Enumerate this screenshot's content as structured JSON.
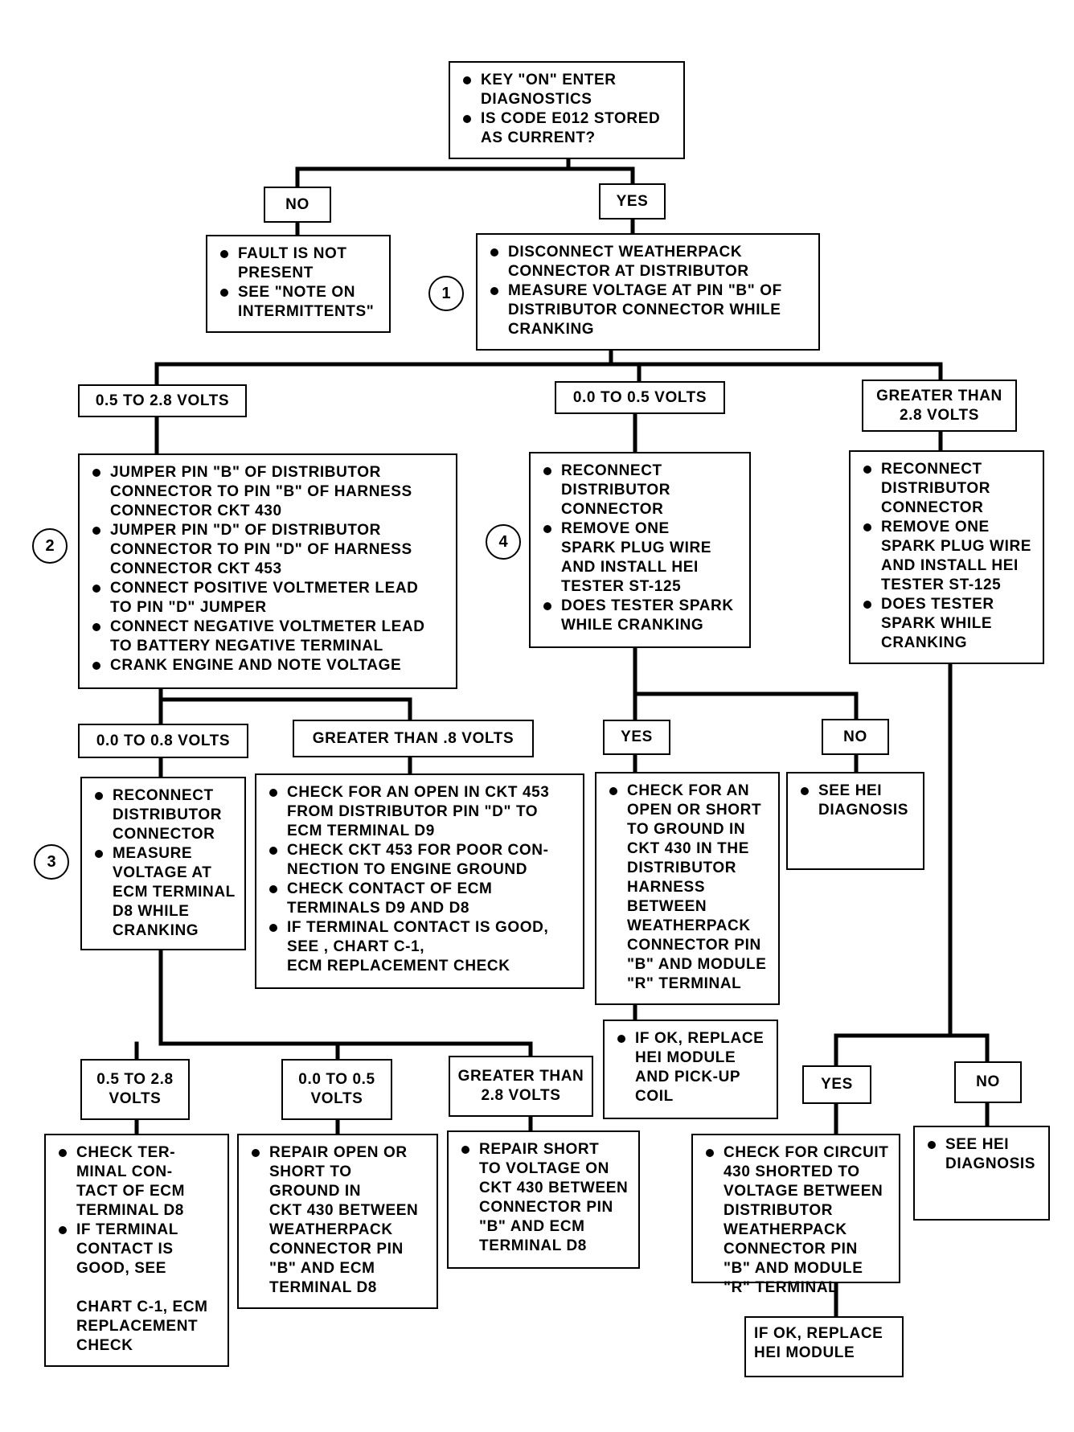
{
  "nodes": {
    "start": [
      "KEY \"ON\" ENTER\nDIAGNOSTICS",
      "IS CODE E012 STORED\nAS CURRENT?"
    ],
    "no1_label": "NO",
    "yes1_label": "YES",
    "no1_result": [
      "FAULT IS NOT\nPRESENT",
      "SEE \"NOTE ON\nINTERMITTENTS\""
    ],
    "step1": [
      "DISCONNECT WEATHERPACK\nCONNECTOR AT DISTRIBUTOR",
      "MEASURE VOLTAGE AT PIN  \"B\" OF\nDISTRIBUTOR CONNECTOR WHILE\nCRANKING"
    ],
    "v1_label": "0.5 TO 2.8 VOLTS",
    "v2_label": "0.0 TO 0.5 VOLTS",
    "v3_label": "GREATER THAN\n2.8 VOLTS",
    "step2": [
      "JUMPER PIN \"B\" OF DISTRIBUTOR\nCONNECTOR TO PIN \"B\" OF HARNESS\nCONNECTOR CKT 430",
      "JUMPER PIN \"D\" OF DISTRIBUTOR\nCONNECTOR TO PIN \"D\" OF HARNESS\nCONNECTOR CKT 453",
      "CONNECT POSITIVE VOLTMETER LEAD\nTO PIN \"D\" JUMPER",
      "CONNECT NEGATIVE VOLTMETER LEAD\nTO BATTERY NEGATIVE TERMINAL",
      "CRANK ENGINE AND NOTE VOLTAGE"
    ],
    "step4": [
      "RECONNECT\nDISTRIBUTOR\nCONNECTOR",
      "REMOVE ONE\nSPARK PLUG WIRE\nAND INSTALL HEI\nTESTER ST-125",
      "DOES TESTER SPARK\nWHILE CRANKING"
    ],
    "right_test": [
      "RECONNECT\nDISTRIBUTOR\nCONNECTOR",
      "REMOVE ONE\nSPARK PLUG WIRE\nAND INSTALL HEI\nTESTER  ST-125",
      "DOES TESTER\nSPARK WHILE\nCRANKING"
    ],
    "s2a_label": "0.0 TO 0.8 VOLTS",
    "s2b_label": "GREATER THAN .8 VOLTS",
    "step3": [
      "RECONNECT\nDISTRIBUTOR\nCONNECTOR",
      "MEASURE\nVOLTAGE AT\nECM TERMINAL\nD8 WHILE\nCRANKING"
    ],
    "gt08_result": [
      "CHECK FOR AN OPEN IN CKT 453\nFROM DISTRIBUTOR PIN \"D\" TO\nECM TERMINAL D9",
      "CHECK CKT 453 FOR POOR  CON-\nNECTION TO ENGINE GROUND",
      "CHECK CONTACT OF ECM\nTERMINALS D9 AND D8",
      "IF TERMINAL CONTACT IS GOOD,\nSEE                    , CHART C-1,\nECM REPLACEMENT CHECK"
    ],
    "s4_yes_label": "YES",
    "s4_no_label": "NO",
    "s4_yes_result": [
      "CHECK FOR AN\nOPEN OR SHORT\nTO GROUND IN\nCKT 430 IN THE\nDISTRIBUTOR\nHARNESS\nBETWEEN\nWEATHERPACK\nCONNECTOR PIN\n\"B\" AND MODULE\n\"R\" TERMINAL"
    ],
    "s4_yes_ok": [
      "IF OK, REPLACE\nHEI MODULE\nAND PICK-UP\nCOIL"
    ],
    "s4_no_result": [
      "SEE HEI\nDIAGNOSIS"
    ],
    "s3a_label": "0.5 TO 2.8\nVOLTS",
    "s3b_label": "0.0 TO 0.5\nVOLTS",
    "s3c_label": "GREATER THAN\n2.8 VOLTS",
    "s3a_result": [
      "CHECK TER-\nMINAL CON-\nTACT OF ECM\nTERMINAL D8",
      "IF TERMINAL\nCONTACT IS\nGOOD, SEE\n\nCHART C-1, ECM\nREPLACEMENT\nCHECK"
    ],
    "s3b_result": [
      "REPAIR OPEN OR\nSHORT TO\nGROUND IN\nCKT 430 BETWEEN\nWEATHERPACK\nCONNECTOR PIN\n\"B\" AND ECM\nTERMINAL D8"
    ],
    "s3c_result": [
      "REPAIR SHORT\nTO VOLTAGE ON\nCKT 430 BETWEEN\nCONNECTOR PIN\n\"B\" AND ECM\nTERMINAL D8"
    ],
    "r_yes_label": "YES",
    "r_no_label": "NO",
    "r_yes_result": [
      "CHECK FOR CIRCUIT\n430 SHORTED TO\nVOLTAGE BETWEEN\nDISTRIBUTOR\nWEATHERPACK\nCONNECTOR PIN\n\"B\" AND MODULE\n\"R\" TERMINAL"
    ],
    "r_yes_ok": "IF OK, REPLACE\nHEI MODULE",
    "r_no_result": [
      "SEE HEI\nDIAGNOSIS"
    ]
  },
  "step_markers": [
    "1",
    "2",
    "3",
    "4"
  ]
}
